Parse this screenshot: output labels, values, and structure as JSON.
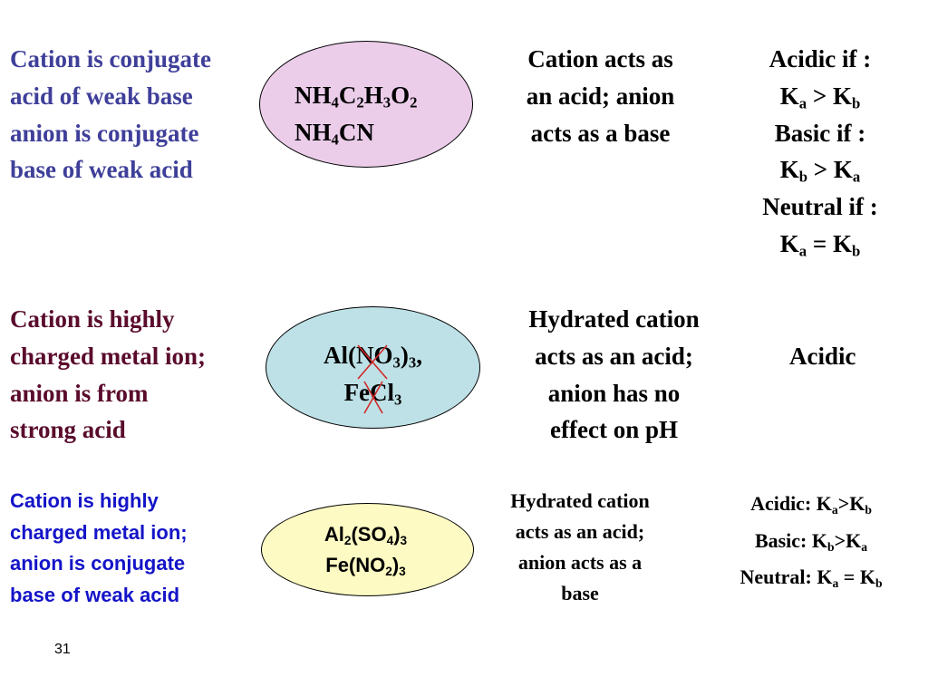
{
  "colors": {
    "row1_left": "#3f3f9a",
    "row2_left": "#5a0b2c",
    "row3_left": "#1414c8",
    "ellipse1_fill": "#ebcdea",
    "ellipse2_fill": "#bde1e6",
    "ellipse3_fill": "#fdfac3",
    "strike": "#d22828"
  },
  "row1": {
    "description": [
      "Cation is conjugate",
      "acid of weak base",
      "anion is conjugate",
      "base of weak acid"
    ],
    "salts": [
      [
        {
          "t": "NH"
        },
        {
          "s": "4"
        },
        {
          "t": "C"
        },
        {
          "s": "2"
        },
        {
          "t": "H"
        },
        {
          "s": "3"
        },
        {
          "t": "O"
        },
        {
          "s": "2"
        }
      ],
      [
        {
          "t": "NH"
        },
        {
          "s": "4"
        },
        {
          "t": "CN"
        }
      ]
    ],
    "behavior": [
      "Cation acts as",
      "an acid; anion",
      "acts as a base"
    ],
    "result": [
      [
        {
          "t": "Acidic if :"
        }
      ],
      [
        {
          "t": "K"
        },
        {
          "s": "a"
        },
        {
          "t": " > K"
        },
        {
          "s": "b"
        }
      ],
      [
        {
          "t": "Basic if :"
        }
      ],
      [
        {
          "t": "K"
        },
        {
          "s": "b"
        },
        {
          "t": " > K"
        },
        {
          "s": "a"
        }
      ],
      [
        {
          "t": "Neutral if :"
        }
      ],
      [
        {
          "t": "K"
        },
        {
          "s": "a"
        },
        {
          "t": " = K"
        },
        {
          "s": "b"
        }
      ]
    ]
  },
  "row2": {
    "description": [
      "Cation is highly",
      "charged metal ion;",
      "anion is from",
      "strong acid"
    ],
    "salts": [
      [
        {
          "t": "Al(NO"
        },
        {
          "s": "3"
        },
        {
          "t": ")"
        },
        {
          "s": "3"
        },
        {
          "t": ","
        }
      ],
      [
        {
          "t": "FeCl"
        },
        {
          "s": "3"
        }
      ]
    ],
    "behavior": [
      "Hydrated cation",
      "acts as an acid;",
      "anion has no",
      "effect on pH"
    ],
    "result": "Acidic"
  },
  "row3": {
    "description": [
      "Cation is highly",
      "charged metal ion;",
      "anion is conjugate",
      "base of weak acid"
    ],
    "salts": [
      [
        {
          "t": "Al"
        },
        {
          "s": "2"
        },
        {
          "t": "(SO"
        },
        {
          "s": "4"
        },
        {
          "t": ")"
        },
        {
          "s": "3"
        }
      ],
      [
        {
          "t": "Fe(NO"
        },
        {
          "s": "2"
        },
        {
          "t": ")"
        },
        {
          "s": "3"
        }
      ]
    ],
    "behavior": [
      "Hydrated cation",
      "acts as an acid;",
      "anion acts as a",
      "base"
    ],
    "result": [
      [
        {
          "t": "Acidic: K"
        },
        {
          "s": "a"
        },
        {
          "t": ">K"
        },
        {
          "s": "b"
        }
      ],
      [
        {
          "t": "Basic: K"
        },
        {
          "s": "b"
        },
        {
          "t": ">K"
        },
        {
          "s": "a"
        }
      ],
      [
        {
          "t": "Neutral: K"
        },
        {
          "s": "a"
        },
        {
          "t": " = K"
        },
        {
          "s": "b"
        }
      ]
    ]
  },
  "slide_number": "31"
}
